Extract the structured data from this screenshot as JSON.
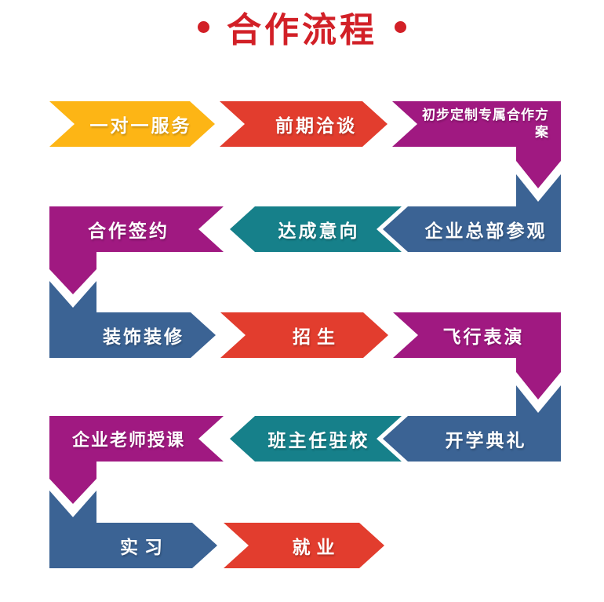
{
  "title": {
    "text": "合作流程"
  },
  "colors": {
    "title_red": "#D22027",
    "yellow": "#FDB515",
    "red": "#E23D2E",
    "purple": "#A01981",
    "teal": "#16808A",
    "blue": "#3B6394",
    "label_text": "#FFFFFF",
    "background": "#FFFFFF"
  },
  "steps": [
    {
      "label": "一对一服务",
      "color": "#FDB515"
    },
    {
      "label": "前期洽谈",
      "color": "#E23D2E"
    },
    {
      "label": "初步定制专属合作方案",
      "color": "#A01981"
    },
    {
      "label": "企业总部参观",
      "color": "#3B6394"
    },
    {
      "label": "达成意向",
      "color": "#16808A"
    },
    {
      "label": "合作签约",
      "color": "#A01981"
    },
    {
      "label": "装饰装修",
      "color": "#3B6394"
    },
    {
      "label": "招生",
      "color": "#E23D2E"
    },
    {
      "label": "飞行表演",
      "color": "#A01981"
    },
    {
      "label": "开学典礼",
      "color": "#3B6394"
    },
    {
      "label": "班主任驻校",
      "color": "#16808A"
    },
    {
      "label": "企业老师授课",
      "color": "#A01981"
    },
    {
      "label": "实习",
      "color": "#3B6394"
    },
    {
      "label": "就业",
      "color": "#E23D2E"
    }
  ]
}
